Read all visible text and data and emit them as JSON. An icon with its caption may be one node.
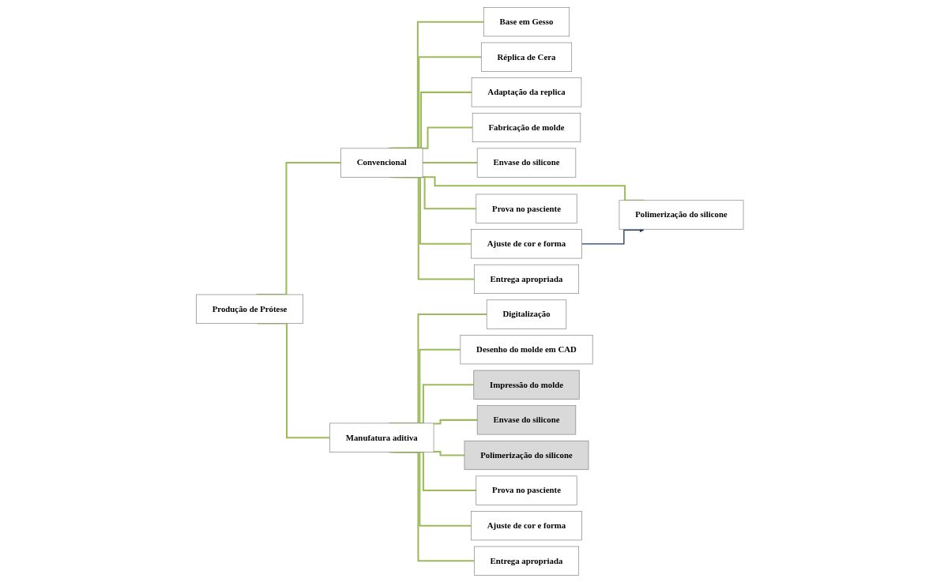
{
  "diagram": {
    "nodes": [
      {
        "text": [
          "Produção de Prótese"
        ]
      },
      {
        "text": [
          "Convencional"
        ]
      },
      {
        "text": [
          "Base em Gesso"
        ]
      },
      {
        "text": [
          "Réplica de Cera"
        ]
      },
      {
        "text": [
          "Adaptação da replica"
        ]
      },
      {
        "text": [
          "Fabricação de molde"
        ]
      },
      {
        "text": [
          "Envase do silicone"
        ]
      },
      {
        "text": [
          "Polimerização do silicone"
        ]
      },
      {
        "text": [
          "Prova no pasciente"
        ]
      },
      {
        "text": [
          "Ajuste de cor e forma"
        ]
      },
      {
        "text": [
          "Entrega apropriada"
        ]
      },
      {
        "text": [
          "Manufatura aditiva"
        ]
      },
      {
        "text": [
          "Digitalização"
        ]
      },
      {
        "text": [
          "Desenho do molde em CAD"
        ]
      },
      {
        "text": [
          "Impressão do molde"
        ]
      },
      {
        "text": [
          "Envase do silicone"
        ]
      },
      {
        "text": [
          "Polimerização do silicone"
        ]
      },
      {
        "text": [
          "Prova no pasciente"
        ]
      },
      {
        "text": [
          "Ajuste de cor e forma"
        ]
      },
      {
        "text": [
          "Entrega apropriada"
        ]
      }
    ],
    "edges": [
      {
        "from": 0,
        "to": 1,
        "arrow": "none"
      },
      {
        "from": 0,
        "to": 11,
        "arrow": "none"
      },
      {
        "from": 1,
        "to": 2,
        "arrow": "none"
      },
      {
        "from": 1,
        "to": 3,
        "arrow": "none"
      },
      {
        "from": 1,
        "to": 4,
        "arrow": "none"
      },
      {
        "from": 1,
        "to": 5,
        "arrow": "none"
      },
      {
        "from": 1,
        "to": 6,
        "arrow": "none"
      },
      {
        "from": 1,
        "to": 7,
        "arrow": "none"
      },
      {
        "from": 1,
        "to": 8,
        "arrow": "none"
      },
      {
        "from": 1,
        "to": 9,
        "arrow": "none"
      },
      {
        "from": 1,
        "to": 10,
        "arrow": "none"
      },
      {
        "from": 11,
        "to": 12,
        "arrow": "none"
      },
      {
        "from": 11,
        "to": 13,
        "arrow": "none"
      },
      {
        "from": 11,
        "to": 14,
        "arrow": "none"
      },
      {
        "from": 11,
        "to": 15,
        "arrow": "none"
      },
      {
        "from": 11,
        "to": 16,
        "arrow": "none"
      },
      {
        "from": 11,
        "to": 17,
        "arrow": "none"
      },
      {
        "from": 11,
        "to": 18,
        "arrow": "none"
      },
      {
        "from": 11,
        "to": 19,
        "arrow": "none"
      },
      {
        "from": 9,
        "to": 7,
        "arrow": "to",
        "color": "#1f3864"
      }
    ]
  }
}
